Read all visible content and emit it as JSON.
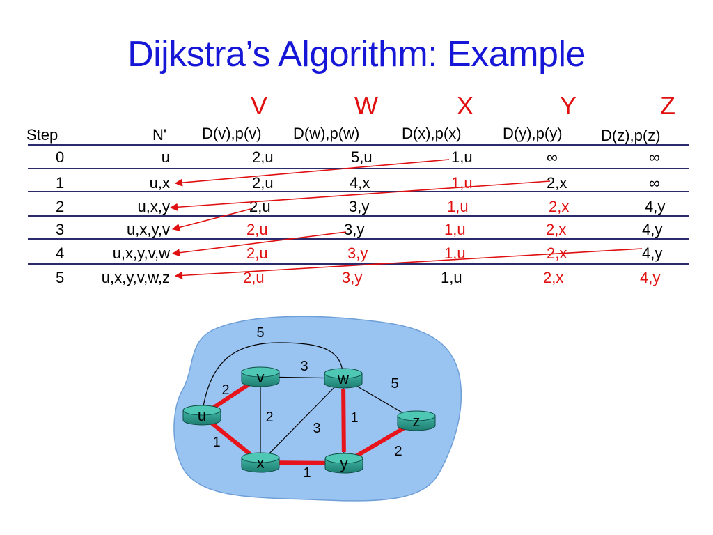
{
  "title": "Dijkstra’s Algorithm: Example",
  "node_letters": [
    "V",
    "W",
    "X",
    "Y",
    "Z"
  ],
  "table": {
    "headers": [
      "Step",
      "N'",
      "D(v),p(v)",
      "D(w),p(w)",
      "D(x),p(x)",
      "D(y),p(y)",
      "D(z),p(z)"
    ],
    "rows": [
      {
        "step": "0",
        "n": "u",
        "cells": [
          "2,u",
          "5,u",
          "1,u",
          "∞",
          "∞"
        ],
        "red": [
          false,
          false,
          false,
          false,
          false
        ]
      },
      {
        "step": "1",
        "n": "u,x",
        "cells": [
          "2,u",
          "4,x",
          "1,u",
          "2,x",
          "∞"
        ],
        "red": [
          false,
          false,
          true,
          false,
          false
        ]
      },
      {
        "step": "2",
        "n": "u,x,y",
        "cells": [
          "2,u",
          "3,y",
          "1,u",
          "2,x",
          "4,y"
        ],
        "red": [
          false,
          false,
          true,
          true,
          false
        ]
      },
      {
        "step": "3",
        "n": "u,x,y,v",
        "cells": [
          "2,u",
          "3,y",
          "1,u",
          "2,x",
          "4,y"
        ],
        "red": [
          true,
          false,
          true,
          true,
          false
        ]
      },
      {
        "step": "4",
        "n": "u,x,y,v,w",
        "cells": [
          "2,u",
          "3,y",
          "1,u",
          "2,x",
          "4,y"
        ],
        "red": [
          true,
          true,
          true,
          true,
          false
        ]
      },
      {
        "step": "5",
        "n": "u,x,y,v,w,z",
        "cells": [
          "2,u",
          "3,y",
          "1,u",
          "2,x",
          "4,y"
        ],
        "red": [
          true,
          true,
          false,
          true,
          true
        ]
      }
    ]
  },
  "graph": {
    "nodes": [
      {
        "id": "u",
        "label": "u"
      },
      {
        "id": "v",
        "label": "v"
      },
      {
        "id": "w",
        "label": "w"
      },
      {
        "id": "x",
        "label": "x"
      },
      {
        "id": "y",
        "label": "y"
      },
      {
        "id": "z",
        "label": "z"
      }
    ],
    "edges": [
      {
        "from": "u",
        "to": "v",
        "weight": "2",
        "tree": true
      },
      {
        "from": "u",
        "to": "x",
        "weight": "1",
        "tree": true
      },
      {
        "from": "u",
        "to": "w",
        "weight": "5",
        "tree": false
      },
      {
        "from": "v",
        "to": "w",
        "weight": "3",
        "tree": false
      },
      {
        "from": "v",
        "to": "x",
        "weight": "2",
        "tree": false
      },
      {
        "from": "x",
        "to": "w",
        "weight": "3",
        "tree": false
      },
      {
        "from": "x",
        "to": "y",
        "weight": "1",
        "tree": true
      },
      {
        "from": "w",
        "to": "y",
        "weight": "1",
        "tree": true
      },
      {
        "from": "w",
        "to": "z",
        "weight": "5",
        "tree": false
      },
      {
        "from": "y",
        "to": "z",
        "weight": "2",
        "tree": true
      }
    ]
  },
  "colors": {
    "title": "#1616d6",
    "highlight": "#e01010",
    "cloud": "#99c4f2",
    "router": "#2f9e8f",
    "tree_edge": "#e8141c"
  }
}
